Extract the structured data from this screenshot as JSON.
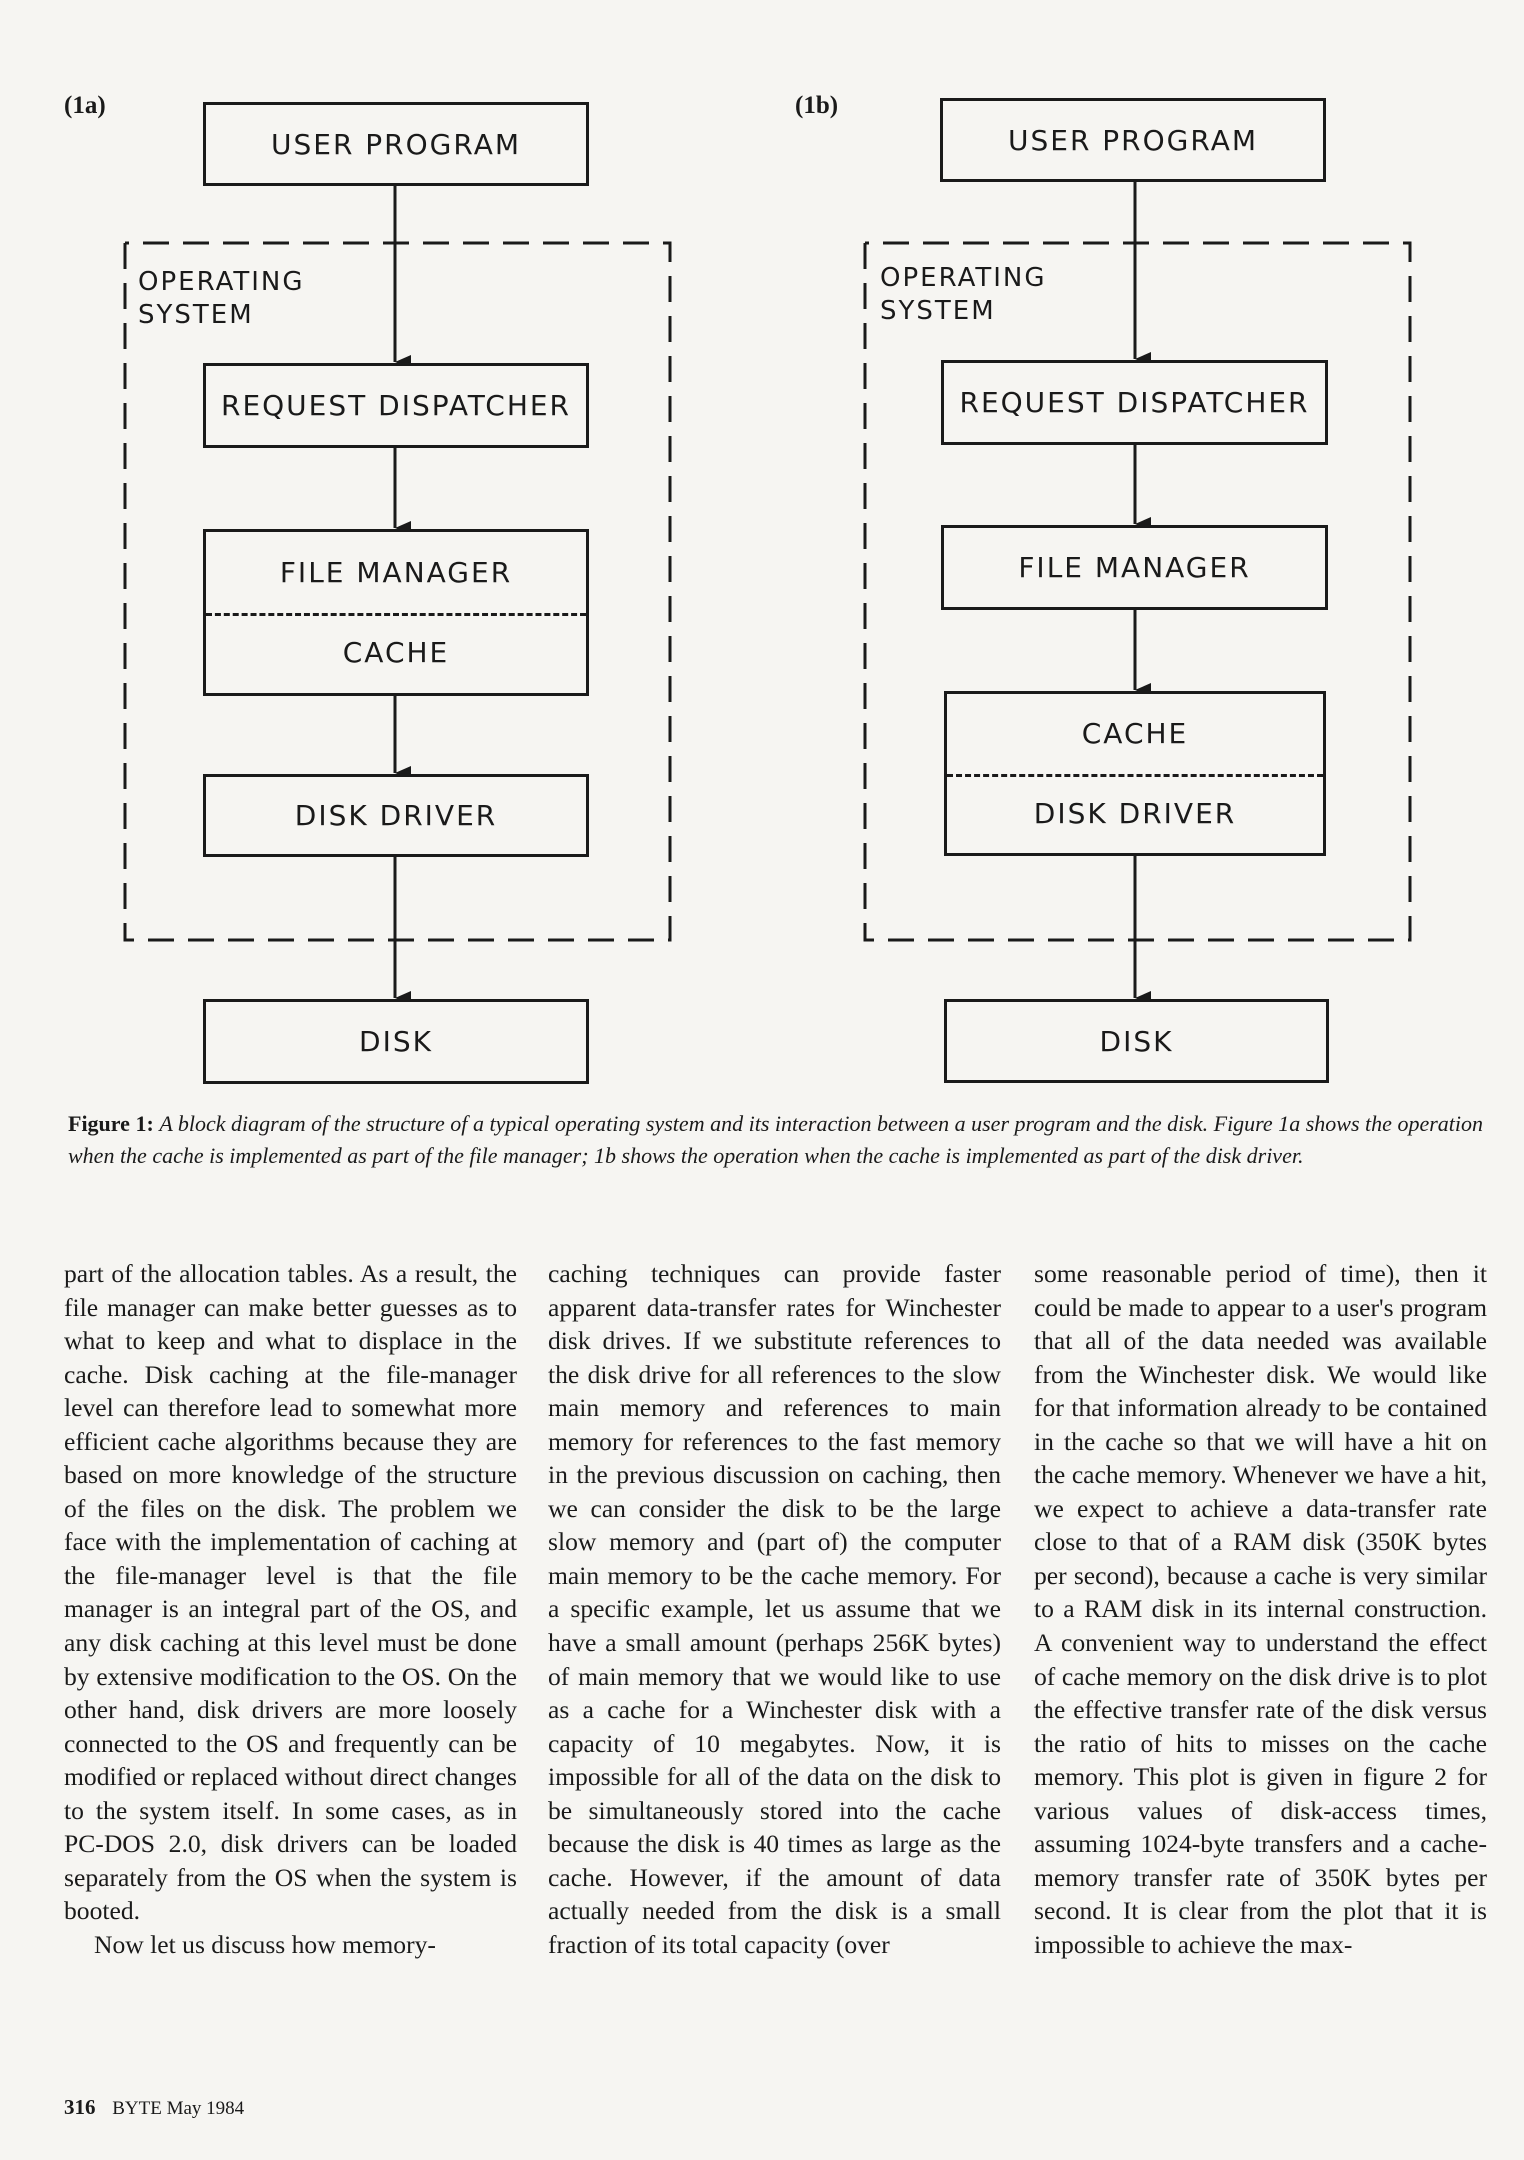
{
  "figure": {
    "panel_a": {
      "label": "(1a)",
      "user_program": "USER PROGRAM",
      "os_label_line1": "OPERATING",
      "os_label_line2": "SYSTEM",
      "request_dispatcher": "REQUEST DISPATCHER",
      "file_manager": "FILE MANAGER",
      "cache": "CACHE",
      "disk_driver": "DISK DRIVER",
      "disk": "DISK"
    },
    "panel_b": {
      "label": "(1b)",
      "user_program": "USER PROGRAM",
      "os_label_line1": "OPERATING",
      "os_label_line2": "SYSTEM",
      "request_dispatcher": "REQUEST DISPATCHER",
      "file_manager": "FILE MANAGER",
      "cache": "CACHE",
      "disk_driver": "DISK DRIVER",
      "disk": "DISK"
    },
    "caption_label": "Figure 1:",
    "caption_text": "A block diagram of the structure of a typical operating system and its interaction between a user program and the disk. Figure 1a shows the operation when the cache is implemented as part of the file manager; 1b shows the operation when the cache is implemented as part of the disk driver."
  },
  "body": {
    "col1_p1": "part of the allocation tables. As a result, the file manager can make better guesses as to what to keep and what to displace in the cache. Disk caching at the file-manager level can therefore lead to somewhat more efficient cache algorithms because they are based on more knowledge of the structure of the files on the disk. The problem we face with the implementation of caching at the file-manager level is that the file manager is an integral part of the OS, and any disk caching at this level must be done by extensive modification to the OS. On the other hand, disk drivers are more loosely connected to the OS and frequently can be modified or replaced without direct changes to the system itself. In some cases, as in PC-DOS 2.0, disk drivers can be loaded separately from the OS when the system is booted.",
    "col1_p2": "Now let us discuss how memory-",
    "col2_p1": "caching techniques can provide faster apparent data-transfer rates for Winchester disk drives. If we substitute references to the disk drive for all references to the slow main memory and references to main memory for references to the fast memory in the previous discussion on caching, then we can consider the disk to be the large slow memory and (part of) the computer main memory to be the cache memory. For a specific example, let us assume that we have a small amount (perhaps 256K bytes) of main memory that we would like to use as a cache for a Winchester disk with a capacity of 10 megabytes. Now, it is impossible for all of the data on the disk to be simultaneously stored into the cache because the disk is 40 times as large as the cache. However, if the amount of data actually needed from the disk is a small fraction of its total capacity (over",
    "col3_p1": "some reasonable period of time), then it could be made to appear to a user's program that all of the data needed was available from the Winchester disk. We would like for that information already to be contained in the cache so that we will have a hit on the cache memory. Whenever we have a hit, we expect to achieve a data-transfer rate close to that of a RAM disk (350K bytes per second), because a cache is very similar to a RAM disk in its internal construction. A convenient way to understand the effect of cache memory on the disk drive is to plot the effective transfer rate of the disk versus the ratio of hits to misses on the cache memory. This plot is given in figure 2 for various values of disk-access times, assuming 1024-byte transfers and a cache-memory transfer rate of 350K bytes per second. It is clear from the plot that it is impossible to achieve the max-"
  },
  "footer": {
    "page_number": "316",
    "publication": "BYTE May 1984"
  }
}
